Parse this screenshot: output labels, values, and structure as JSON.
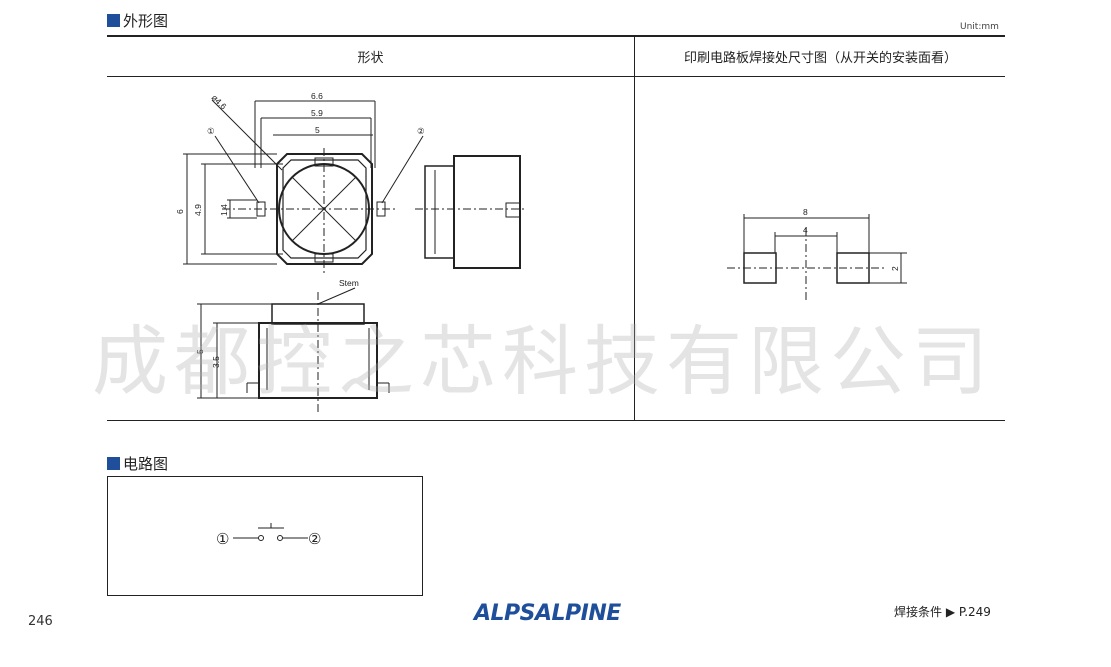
{
  "sections": {
    "outline_title": "外形图",
    "circuit_title": "电路图"
  },
  "unit_label": "Unit:mm",
  "table": {
    "col_shape": "形状",
    "col_pcb": "印刷电路板焊接处尺寸图（从开关的安装面看）"
  },
  "dimensions": {
    "d_66": "6.6",
    "d_59": "5.9",
    "d_5": "5",
    "d_phi46": "ø4.6",
    "d_6": "6",
    "d_49": "4.9",
    "d_14": "1.4",
    "d_h5": "5",
    "d_h35": "3.5",
    "stem": "Stem",
    "pin1": "①",
    "pin2": "②",
    "pcb_8": "8",
    "pcb_4": "4",
    "pcb_2": "2"
  },
  "circuit": {
    "pin1": "①",
    "pin2": "②"
  },
  "watermark": "成都控之芯科技有限公司",
  "footer": {
    "page_number": "246",
    "logo": "ALPSALPINE",
    "ref": "焊接条件 ▶ P.249"
  }
}
